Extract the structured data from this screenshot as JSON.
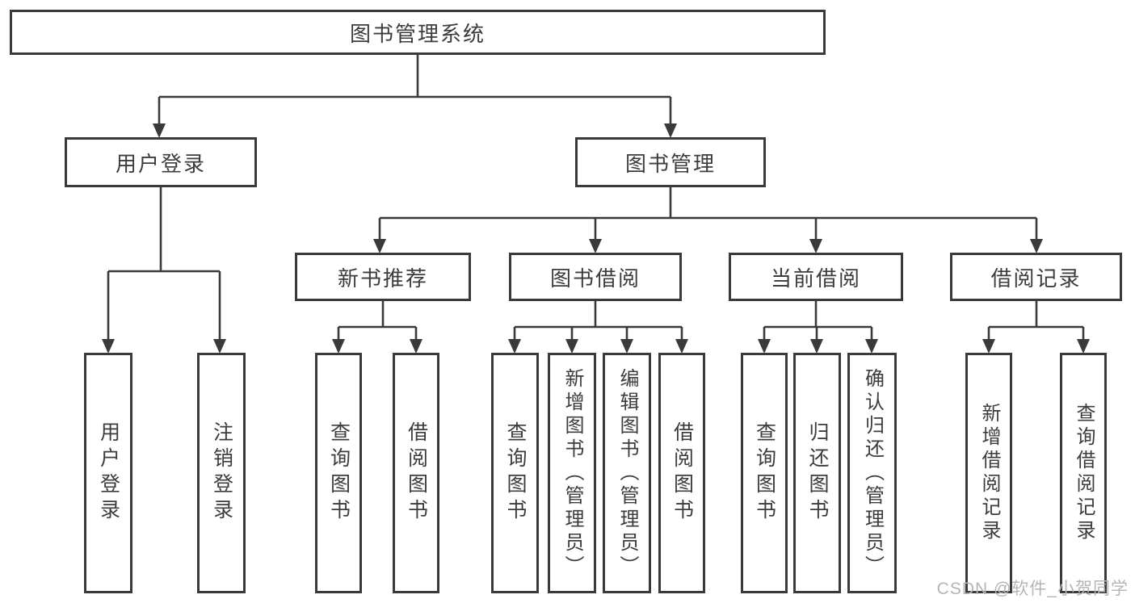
{
  "diagram": {
    "root": {
      "label": "图书管理系统"
    },
    "branches": [
      {
        "label": "用户登录",
        "children": [
          {
            "label": "用户登录"
          },
          {
            "label": "注销登录"
          }
        ]
      },
      {
        "label": "图书管理",
        "children": [
          {
            "label": "新书推荐",
            "children": [
              {
                "label": "查询图书"
              },
              {
                "label": "借阅图书"
              }
            ]
          },
          {
            "label": "图书借阅",
            "children": [
              {
                "label": "查询图书"
              },
              {
                "label": "新增图书（管理员）"
              },
              {
                "label": "编辑图书（管理员）"
              },
              {
                "label": "借阅图书"
              }
            ]
          },
          {
            "label": "当前借阅",
            "children": [
              {
                "label": "查询图书"
              },
              {
                "label": "归还图书"
              },
              {
                "label": "确认归还（管理员）"
              }
            ]
          },
          {
            "label": "借阅记录",
            "children": [
              {
                "label": "新增借阅记录"
              },
              {
                "label": "查询借阅记录"
              }
            ]
          }
        ]
      }
    ],
    "watermark": "CSDN @软件_小贺同学",
    "colors": {
      "line": "#3a3a3a",
      "text": "#3c3c3c",
      "watermark": "#b5b5b5",
      "background": "#ffffff"
    }
  }
}
